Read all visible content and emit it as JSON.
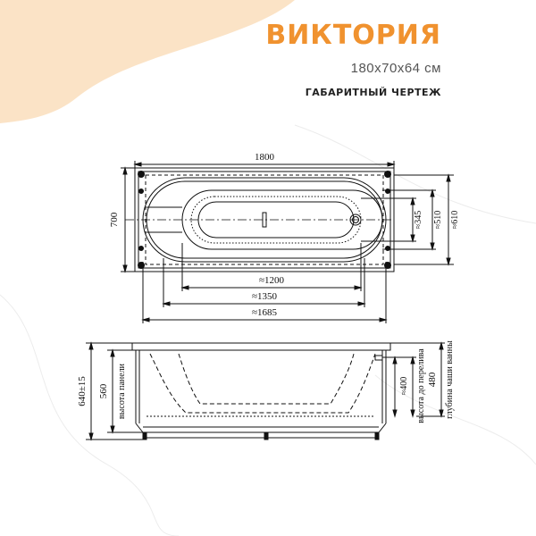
{
  "header": {
    "title": "ВИКТОРИЯ",
    "size": "180х70х64 см",
    "subtitle": "ГАБАРИТНЫЙ ЧЕРТЕЖ"
  },
  "top_view": {
    "length": "1800",
    "width": "700",
    "bowl_1200": "≈1200",
    "bowl_1350": "≈1350",
    "bowl_1685": "≈1685",
    "inner_345": "≈345",
    "inner_510": "≈510",
    "inner_610": "≈610"
  },
  "side_view": {
    "total_height": "640±15",
    "panel_height": "560",
    "panel_label": "высота панели",
    "to_overflow": "≈400",
    "overflow_label": "высота до перелива",
    "bowl_depth": "480",
    "bowl_label": "глубина чаши ванны"
  },
  "colors": {
    "accent": "#f0922f",
    "wave": "#fbe3c6",
    "line": "#111111"
  }
}
